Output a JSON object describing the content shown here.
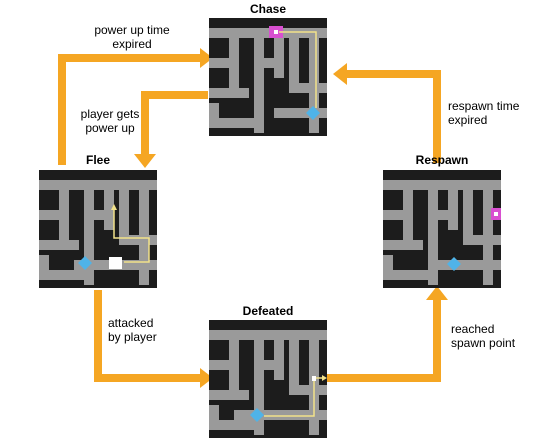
{
  "states": {
    "chase": {
      "title": "Chase"
    },
    "flee": {
      "title": "Flee"
    },
    "respawn": {
      "title": "Respawn"
    },
    "defeated": {
      "title": "Defeated"
    }
  },
  "transitions": {
    "power_up_expired": {
      "line1": "power up time",
      "line2": "expired"
    },
    "player_gets_power_up": {
      "line1": "player gets",
      "line2": "power up"
    },
    "respawn_time_expired": {
      "line1": "respawn time",
      "line2": "expired"
    },
    "attacked_by_player": {
      "line1": "attacked",
      "line2": "by player"
    },
    "reached_spawn_point": {
      "line1": "reached",
      "line2": "spawn point"
    }
  },
  "colors": {
    "arrow": "#F5A623",
    "maze_wall": "#1c1c1c",
    "maze_path": "#9a9a9a",
    "player": "#4fb3e8",
    "ghost_chase": "#d84fd0",
    "ghost_flee": "#ffffff",
    "trail": "#f2e28a"
  }
}
